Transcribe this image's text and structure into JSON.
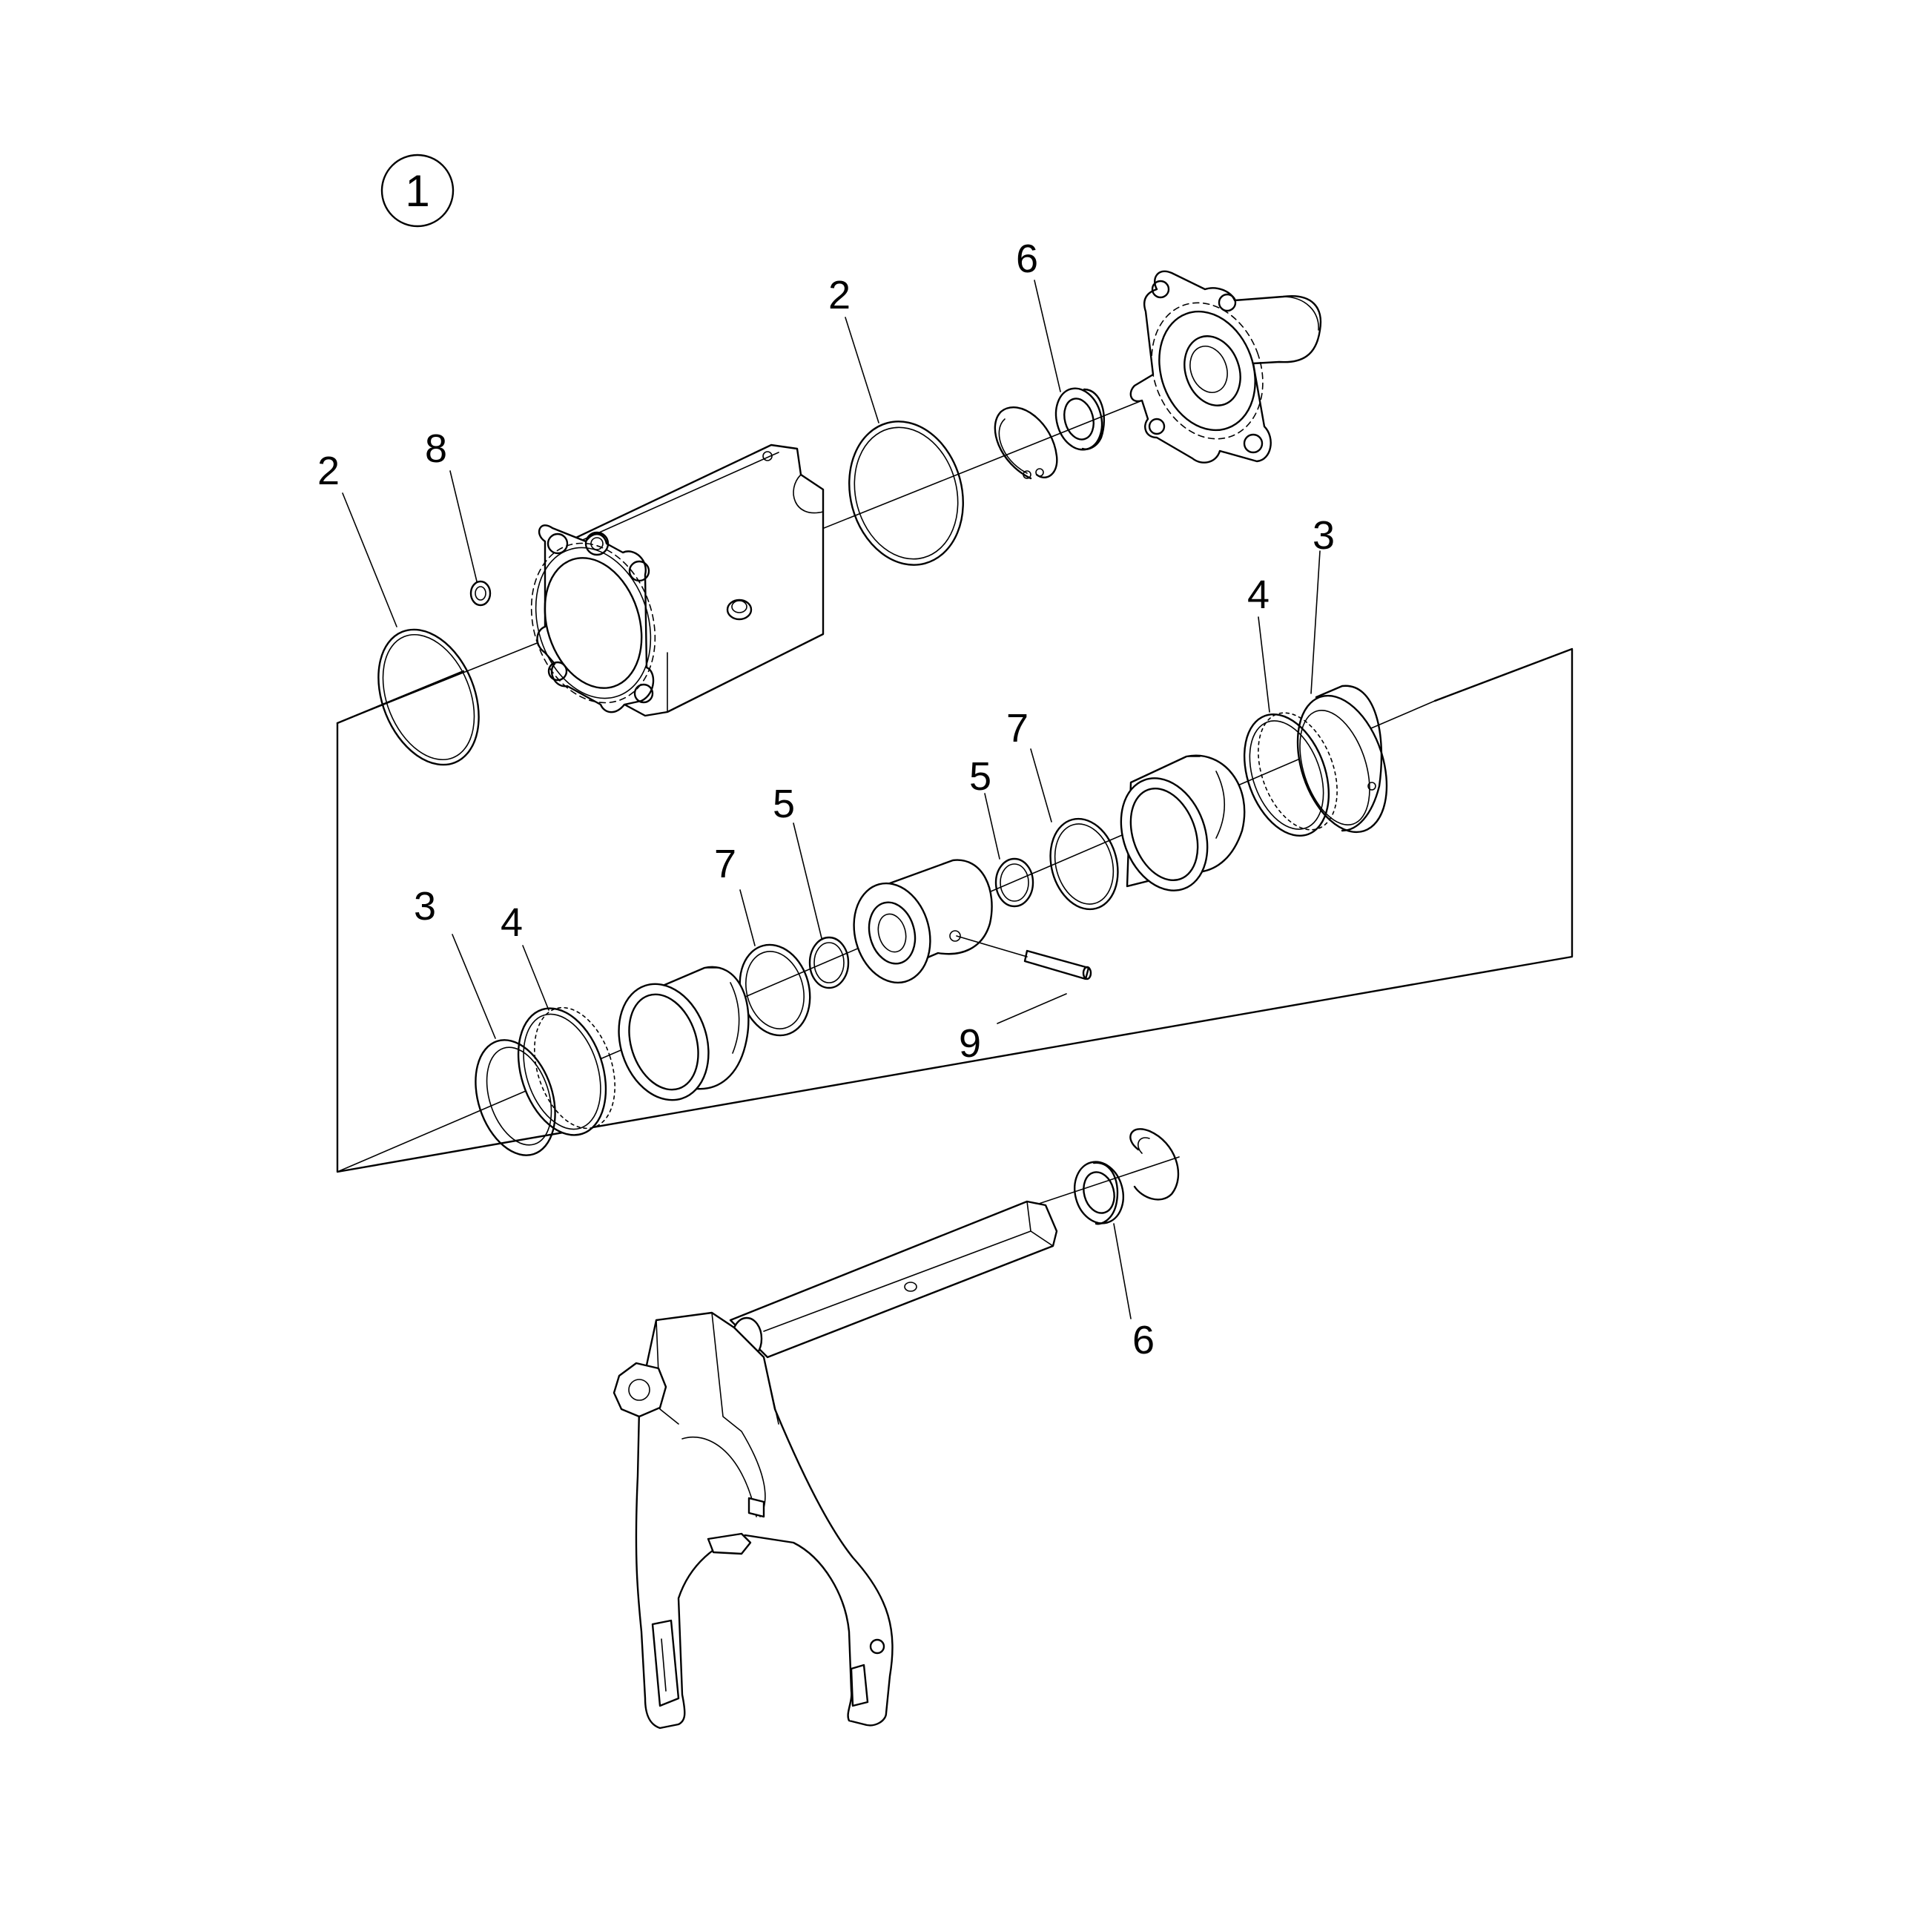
{
  "figure_badge": "1",
  "callouts": {
    "c2_top": "2",
    "c6_top": "6",
    "c2_left": "2",
    "c8": "8",
    "c3_right": "3",
    "c4_right": "4",
    "c7_mid": "7",
    "c5_mid": "5",
    "c5_left": "5",
    "c7_left": "7",
    "c3_left": "3",
    "c4_left": "4",
    "c9": "9",
    "c6_bottom": "6"
  }
}
